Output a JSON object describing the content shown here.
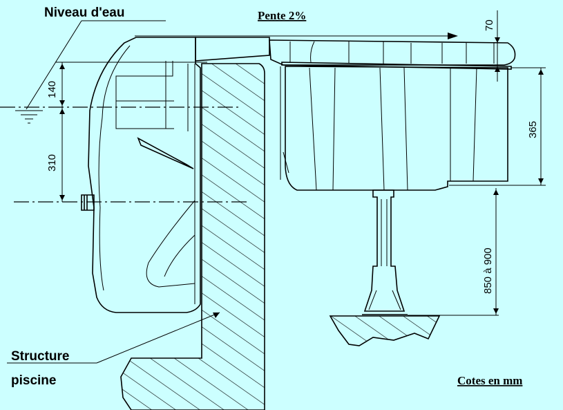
{
  "labels": {
    "water_level": "Niveau d'eau",
    "slope": "Pente 2%",
    "structure_line1": "Structure",
    "structure_line2": "piscine",
    "units": "Cotes en mm"
  },
  "dimensions": {
    "d70": "70",
    "d140": "140",
    "d310": "310",
    "d365": "365",
    "d850_900": "850 à 900"
  },
  "colors": {
    "background": "#ccffff",
    "line": "#000000"
  }
}
